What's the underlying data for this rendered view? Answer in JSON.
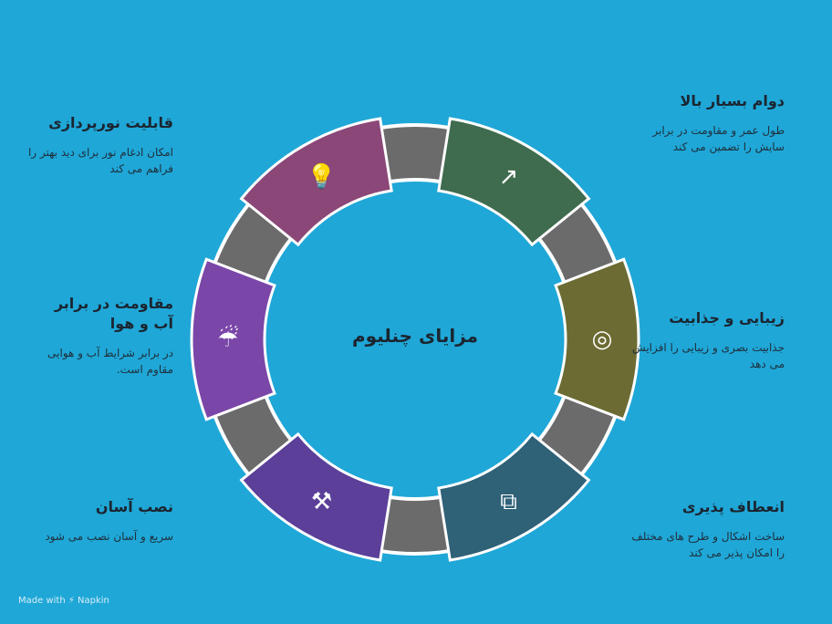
{
  "title": "مزایای چنلیوم",
  "footer": "Made with ⚡ Napkin",
  "colors": {
    "background": "#1fa7d7",
    "ring": "#6b6b6b"
  },
  "segments": [
    {
      "name": "beauty",
      "color": "#6b6b33",
      "icon": "target-icon",
      "glyph": "◎"
    },
    {
      "name": "flexibility",
      "color": "#2f6177",
      "icon": "shapes-icon",
      "glyph": "⧉"
    },
    {
      "name": "installation",
      "color": "#5b3f99",
      "icon": "worker-icon",
      "glyph": "⚒"
    },
    {
      "name": "weather",
      "color": "#7a46a8",
      "icon": "rain-wind-icon",
      "glyph": "☔"
    },
    {
      "name": "lighting",
      "color": "#8b4777",
      "icon": "lightbulb-icon",
      "glyph": "💡"
    },
    {
      "name": "durability",
      "color": "#3f6b4f",
      "icon": "trend-up-icon",
      "glyph": "↗"
    }
  ],
  "items": {
    "durability": {
      "title": "دوام بسیار بالا",
      "desc": "طول عمر و مقاومت در برابر سایش را تضمین می کند"
    },
    "beauty": {
      "title": "زیبایی و جذابیت",
      "desc": "جذابیت بصری و زیبایی را افزایش می دهد"
    },
    "flexibility": {
      "title": "انعطاف پذیری",
      "desc": "ساخت اشکال و طرح های مختلف را امکان پذیر می کند"
    },
    "lighting": {
      "title": "قابلیت نورپردازی",
      "desc": "امکان ادغام نور برای دید بهتر را فراهم می کند"
    },
    "weather": {
      "title": "مقاومت در برابر آب و هوا",
      "desc": "در برابر شرایط آب و هوایی مقاوم است."
    },
    "installation": {
      "title": "نصب آسان",
      "desc": "سریع و آسان نصب می شود"
    }
  }
}
